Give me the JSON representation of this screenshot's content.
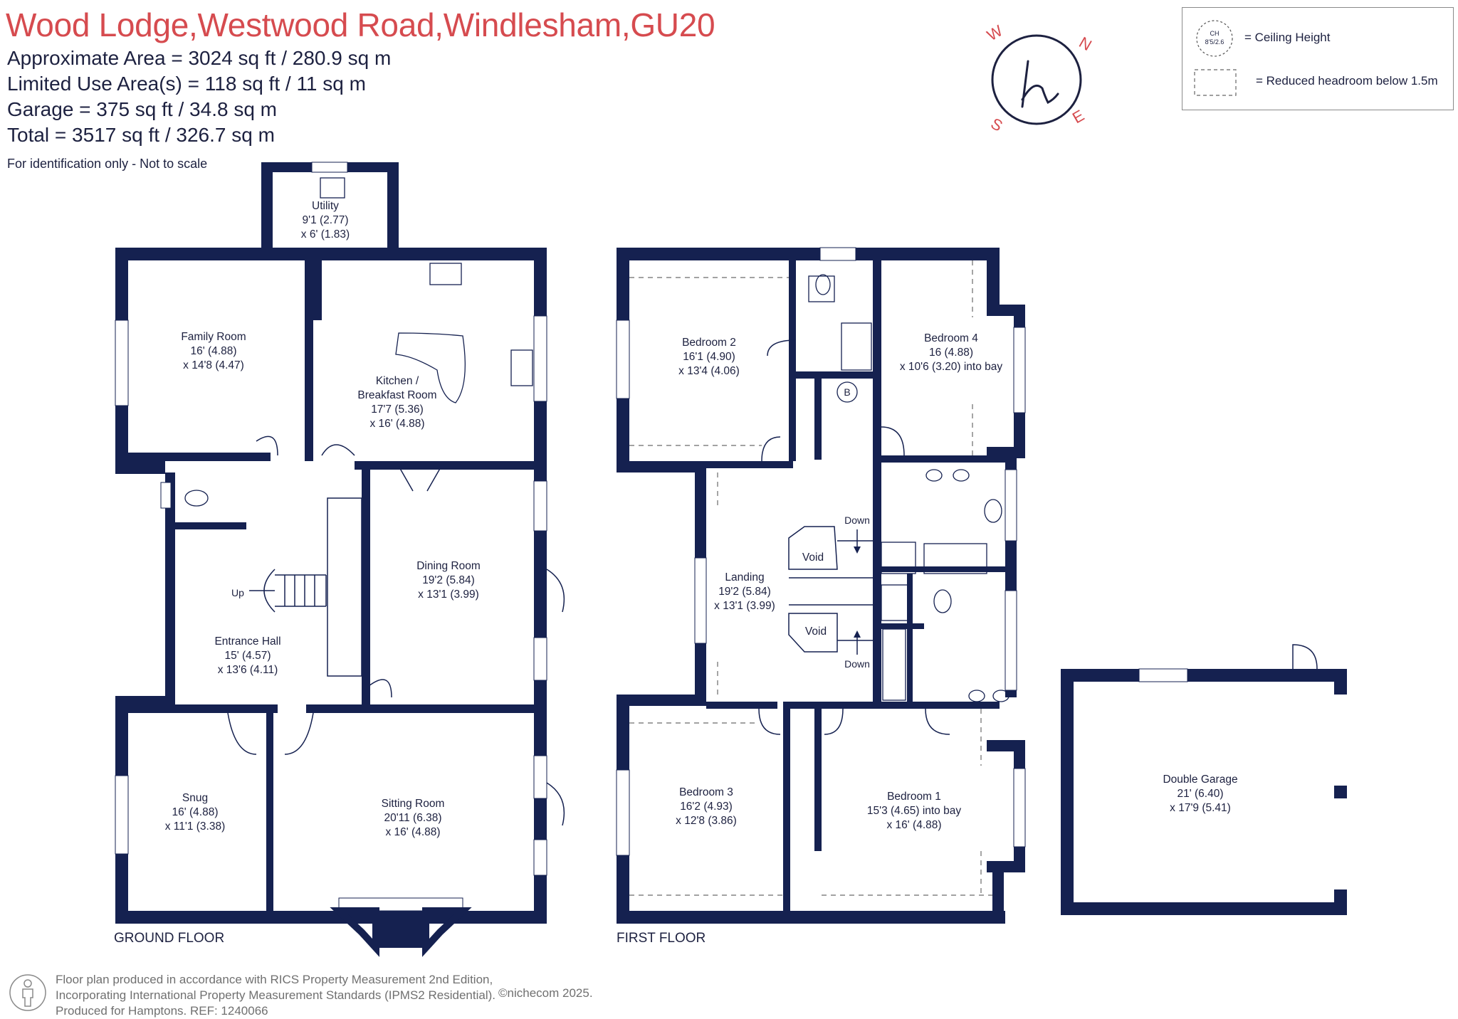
{
  "header": {
    "title": "Wood Lodge,Westwood Road,Windlesham,GU20",
    "areas": [
      "Approximate Area = 3024  sq ft / 280.9  sq m",
      "Limited Use Area(s) = 118  sq ft / 11  sq m",
      "Garage = 375 sq ft / 34.8  sq m",
      "Total = 3517 sq ft / 326.7 sq m"
    ],
    "identification": "For identification only - Not to scale"
  },
  "compass": {
    "letters": [
      "W",
      "N",
      "S",
      "E"
    ],
    "logo": "h",
    "accent": "#d64b4f",
    "navy": "#1d2140"
  },
  "legend": {
    "ceiling_symbol_line1": "CH",
    "ceiling_symbol_line2": "8'5/2.6",
    "ceiling_label": "= Ceiling Height",
    "headroom_label": "= Reduced headroom below 1.5m"
  },
  "colors": {
    "wall": "#152150",
    "accent": "#d64b4f",
    "text": "#1d2140"
  },
  "ground_floor": {
    "label": "GROUND FLOOR",
    "up_label": "Up",
    "rooms": [
      {
        "name": "Utility",
        "dim1": "9'1 (2.77)",
        "dim2": "x 6' (1.83)"
      },
      {
        "name": "Family Room",
        "dim1": "16' (4.88)",
        "dim2": "x 14'8 (4.47)"
      },
      {
        "name": "Kitchen /",
        "name2": "Breakfast Room",
        "dim1": "17'7 (5.36)",
        "dim2": "x 16' (4.88)"
      },
      {
        "name": "Dining Room",
        "dim1": "19'2 (5.84)",
        "dim2": "x 13'1 (3.99)"
      },
      {
        "name": "Entrance Hall",
        "dim1": "15' (4.57)",
        "dim2": "x 13'6 (4.11)"
      },
      {
        "name": "Snug",
        "dim1": "16' (4.88)",
        "dim2": "x 11'1 (3.38)"
      },
      {
        "name": "Sitting Room",
        "dim1": "20'11 (6.38)",
        "dim2": "x 16' (4.88)"
      }
    ]
  },
  "first_floor": {
    "label": "FIRST FLOOR",
    "down_label": "Down",
    "void_label": "Void",
    "boiler_label": "B",
    "rooms": [
      {
        "name": "Bedroom 2",
        "dim1": "16'1 (4.90)",
        "dim2": "x 13'4 (4.06)"
      },
      {
        "name": "Bedroom 4",
        "dim1": "16 (4.88)",
        "dim2": "x 10'6 (3.20) into bay"
      },
      {
        "name": "Landing",
        "dim1": "19'2 (5.84)",
        "dim2": "x 13'1 (3.99)"
      },
      {
        "name": "Bedroom 3",
        "dim1": "16'2 (4.93)",
        "dim2": "x 12'8 (3.86)"
      },
      {
        "name": "Bedroom 1",
        "dim1": "15'3 (4.65) into bay",
        "dim2": "x 16' (4.88)"
      }
    ]
  },
  "garage": {
    "name": "Double Garage",
    "dim1": "21' (6.40)",
    "dim2": "x 17'9 (5.41)"
  },
  "footer": {
    "line1": "Floor plan produced in accordance with RICS Property Measurement 2nd Edition,",
    "line2": "Incorporating International Property Measurement Standards (IPMS2 Residential).",
    "line3": "Produced for Hamptons.  REF:  1240066",
    "copyright": "©nichecom 2025."
  }
}
